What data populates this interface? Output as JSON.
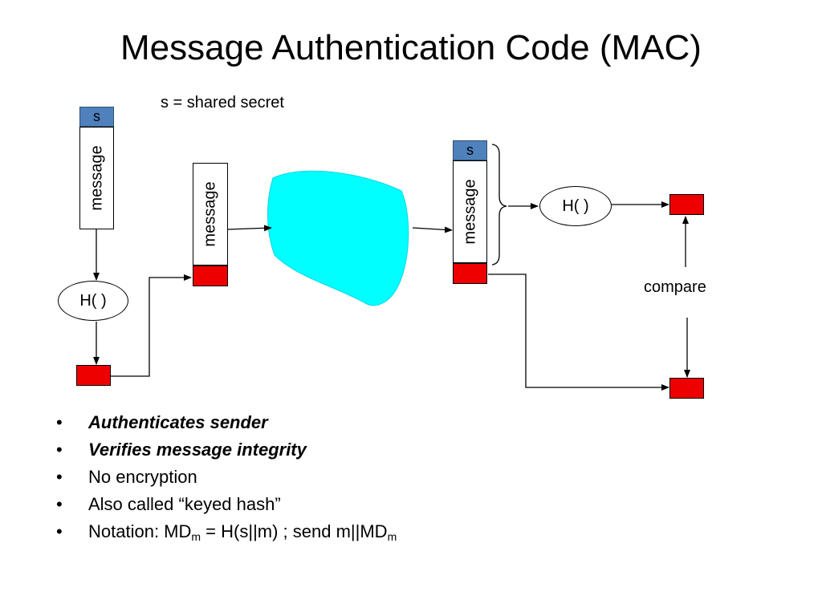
{
  "title": "Message Authentication Code (MAC)",
  "legend_note": "s = shared secret",
  "labels": {
    "secret": "s",
    "message": "message",
    "hash": "H( )",
    "compare": "compare"
  },
  "colors": {
    "secret_fill": "#4f81bd",
    "mac_fill": "#ee0000",
    "network_cloud": "#00ffff"
  },
  "bullets": {
    "b1": "Authenticates sender",
    "b2": "Verifies message integrity",
    "b3": "No encryption",
    "b4": "Also called “keyed hash”",
    "b5_prefix": "Notation: MD",
    "b5_sub1": "m",
    "b5_mid": " = H(s||m) ; send m||MD",
    "b5_sub2": "m"
  }
}
